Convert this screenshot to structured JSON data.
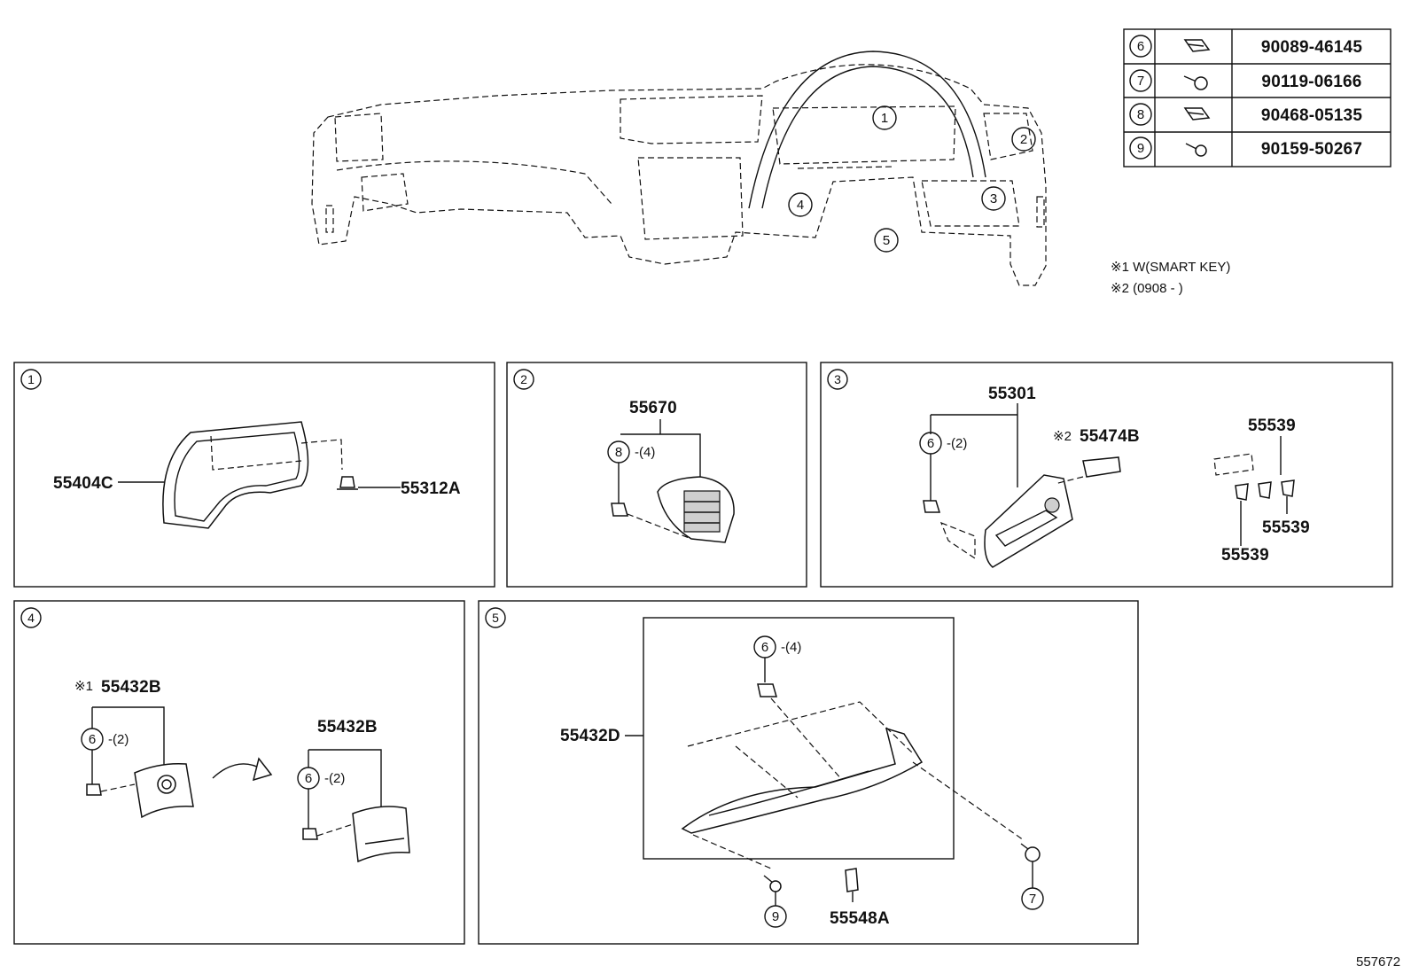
{
  "overview": {
    "callouts": [
      "1",
      "2",
      "3",
      "4",
      "5"
    ]
  },
  "fastener_table": {
    "rows": [
      {
        "ref": "6",
        "icon": "clip-icon",
        "part": "90089-46145"
      },
      {
        "ref": "7",
        "icon": "screw-icon",
        "part": "90119-06166"
      },
      {
        "ref": "8",
        "icon": "clip-icon",
        "part": "90468-05135"
      },
      {
        "ref": "9",
        "icon": "screw-icon",
        "part": "90159-50267"
      }
    ]
  },
  "notes": {
    "note1": "※1 W(SMART KEY)",
    "note2": "※2 (0908 -        )"
  },
  "panels": {
    "p1": {
      "num": "1",
      "left_part": "55404C",
      "right_part": "55312A"
    },
    "p2": {
      "num": "2",
      "part": "55670",
      "fastener": "8",
      "qty": "-(4)"
    },
    "p3": {
      "num": "3",
      "part": "55301",
      "fastener": "6",
      "qty": "-(2)",
      "mark": "※2",
      "part_b": "55474B",
      "part_c1": "55539",
      "part_c2": "55539",
      "part_c3": "55539"
    },
    "p4": {
      "num": "4",
      "mark": "※1",
      "part_a": "55432B",
      "fastener_a": "6",
      "qty_a": "-(2)",
      "part_b": "55432B",
      "fastener_b": "6",
      "qty_b": "-(2)"
    },
    "p5": {
      "num": "5",
      "part": "55432D",
      "fastener": "6",
      "qty": "-(4)",
      "screw_a": "9",
      "part_b": "55548A",
      "screw_b": "7"
    }
  },
  "diagram_id": "557672"
}
